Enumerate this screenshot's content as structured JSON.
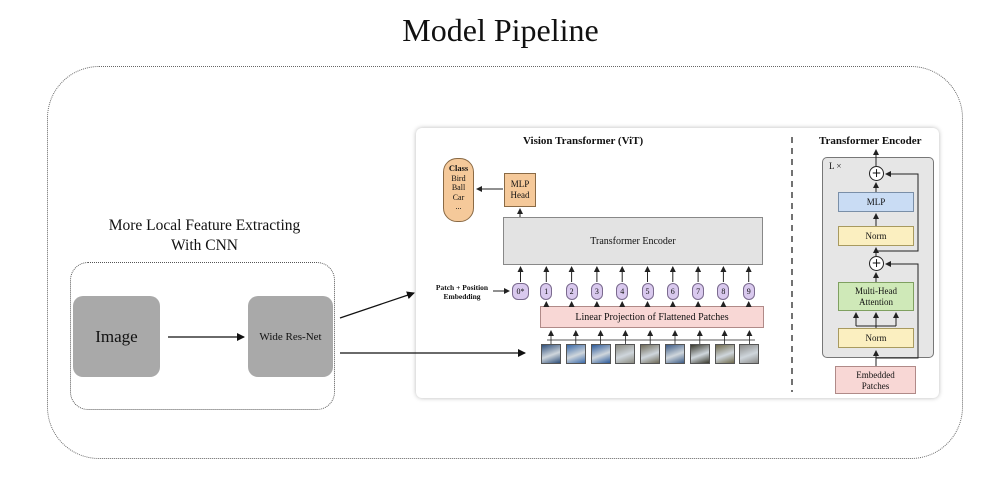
{
  "title": "Model Pipeline",
  "cnn_block": {
    "caption_line1": "More Local Feature Extracting",
    "caption_line2": "With CNN",
    "image_label": "Image",
    "backbone_label": "Wide Res-Net"
  },
  "vit": {
    "title": "Vision Transformer (ViT)",
    "class_box": {
      "title": "Class",
      "items": [
        "Bird",
        "Ball",
        "Car",
        "..."
      ]
    },
    "mlp_head": [
      "MLP",
      "Head"
    ],
    "encoder_label": "Transformer Encoder",
    "patch_embedding_label": [
      "Patch + Position",
      "Embedding"
    ],
    "tokens": [
      "0*",
      "1",
      "2",
      "3",
      "4",
      "5",
      "6",
      "7",
      "8",
      "9"
    ],
    "linear_projection_label": "Linear Projection of Flattened Patches",
    "patch_colors": [
      "#2f4f7a",
      "#3b6aa8",
      "#2c5a9a",
      "#8a8a80",
      "#6e6a58",
      "#3d5c86",
      "#3a3a2e",
      "#6f6a4c",
      "#8a8a88"
    ]
  },
  "encoder_detail": {
    "title": "Transformer Encoder",
    "repeat_label": "L ×",
    "mlp": "MLP",
    "norm_top": "Norm",
    "attention": [
      "Multi-Head",
      "Attention"
    ],
    "norm_bottom": "Norm",
    "embedded_patches": [
      "Embedded",
      "Patches"
    ],
    "plus_symbol": "+"
  },
  "colors": {
    "gray_box": "#a9a9a9",
    "orange": "#f5c99a",
    "purple": "#d9c9ee",
    "pink": "#f8d7d5",
    "blue": "#c9dcf4",
    "yellow": "#fbefc0",
    "green": "#cfe9b8"
  }
}
